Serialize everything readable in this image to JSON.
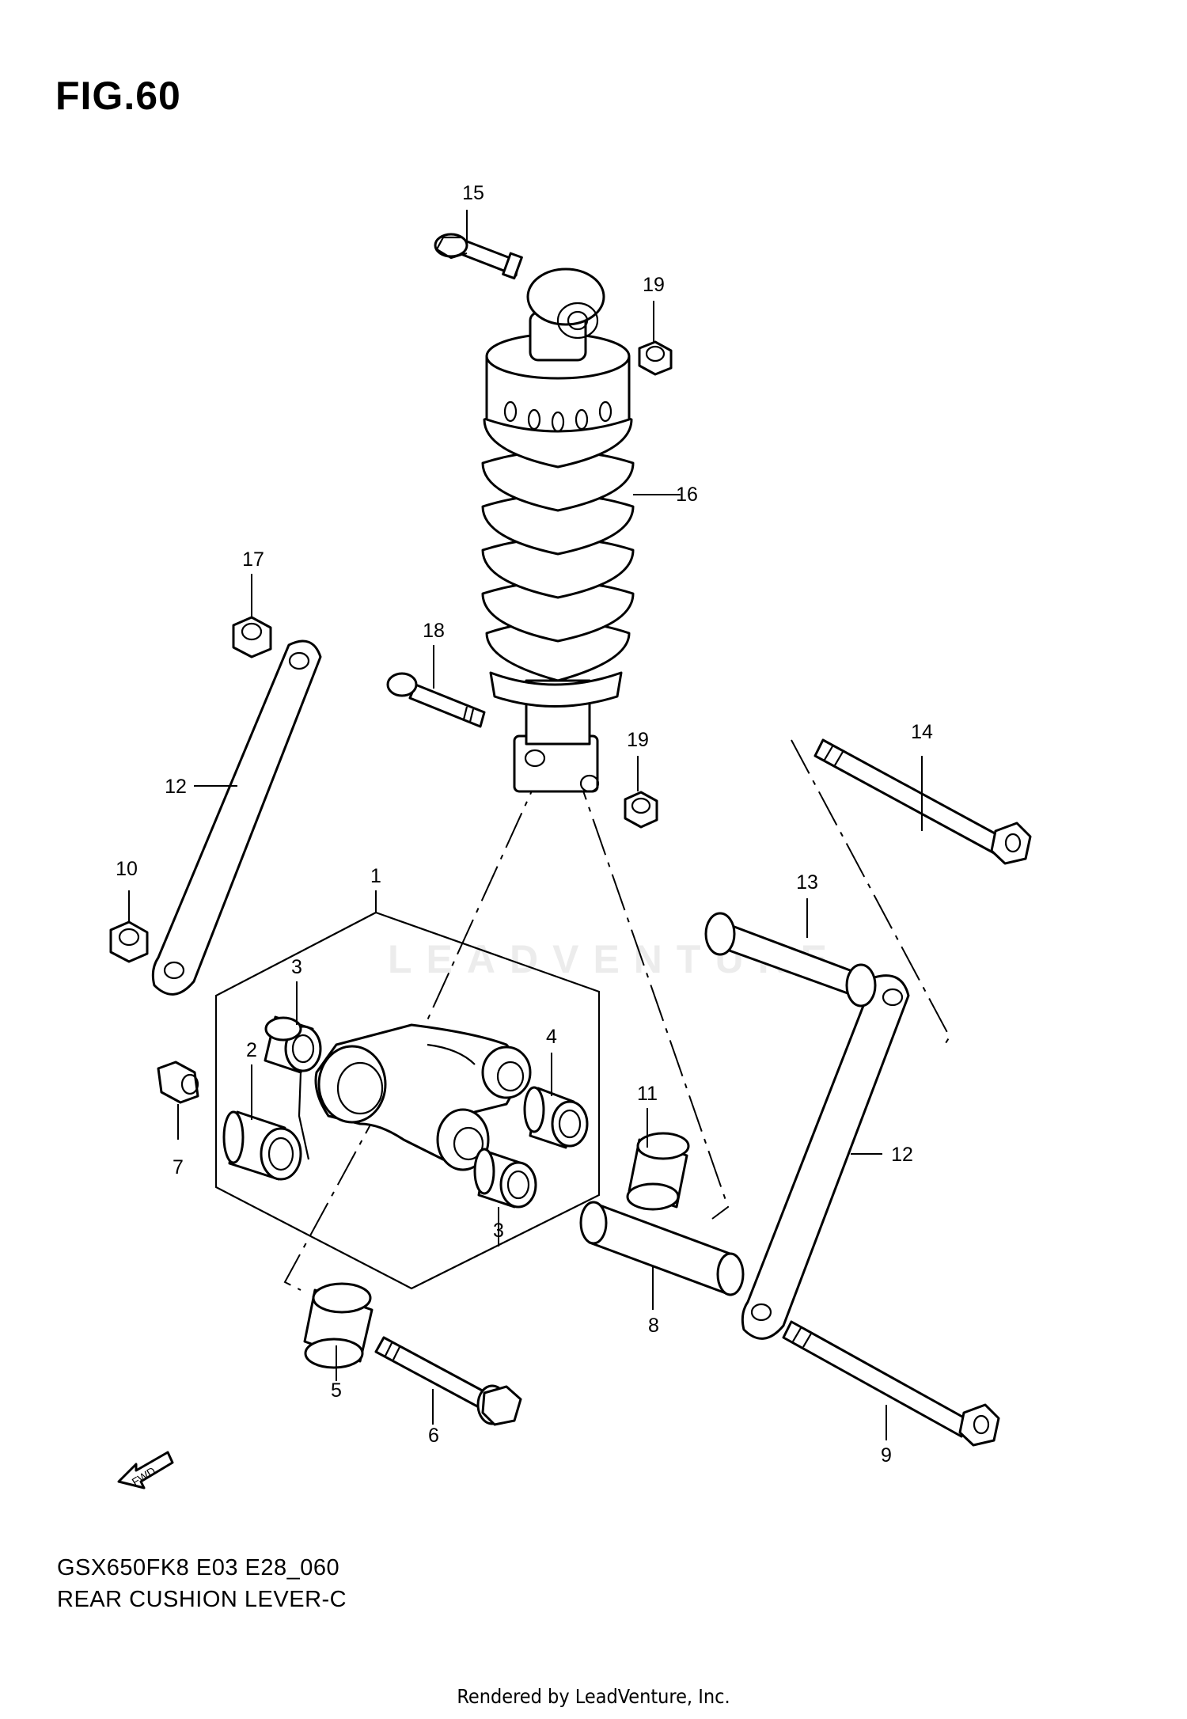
{
  "figure": {
    "number_label": "FIG.60",
    "model_code": "GSX650FK8 E03 E28_060",
    "name": "REAR CUSHION LEVER-C"
  },
  "watermark": "LEADVENTURE",
  "footer": "Rendered by LeadVenture, Inc.",
  "fwd_arrow": {
    "label": "FWD",
    "icon": "fwd-arrow-icon"
  },
  "callouts": [
    {
      "id": "c1",
      "label": "1"
    },
    {
      "id": "c2",
      "label": "2"
    },
    {
      "id": "c3a",
      "label": "3"
    },
    {
      "id": "c3b",
      "label": "3"
    },
    {
      "id": "c4",
      "label": "4"
    },
    {
      "id": "c5",
      "label": "5"
    },
    {
      "id": "c6",
      "label": "6"
    },
    {
      "id": "c7",
      "label": "7"
    },
    {
      "id": "c8",
      "label": "8"
    },
    {
      "id": "c9",
      "label": "9"
    },
    {
      "id": "c10",
      "label": "10"
    },
    {
      "id": "c11",
      "label": "11"
    },
    {
      "id": "c12a",
      "label": "12"
    },
    {
      "id": "c12b",
      "label": "12"
    },
    {
      "id": "c13",
      "label": "13"
    },
    {
      "id": "c14",
      "label": "14"
    },
    {
      "id": "c15",
      "label": "15"
    },
    {
      "id": "c16",
      "label": "16"
    },
    {
      "id": "c17",
      "label": "17"
    },
    {
      "id": "c18",
      "label": "18"
    },
    {
      "id": "c19a",
      "label": "19"
    },
    {
      "id": "c19b",
      "label": "19"
    }
  ]
}
